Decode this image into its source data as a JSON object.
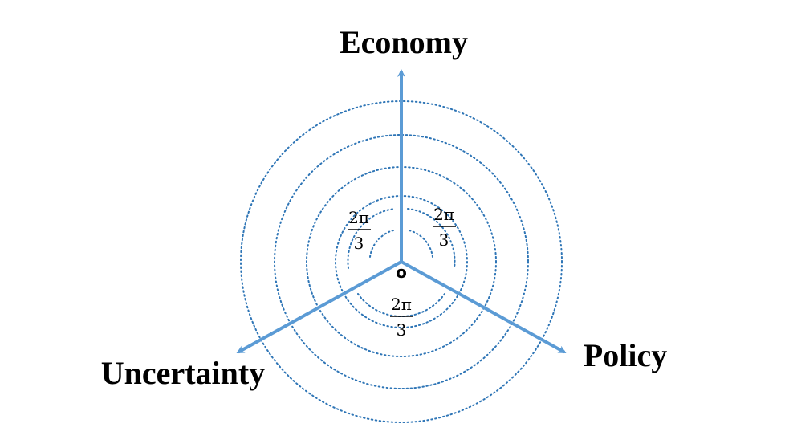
{
  "diagram": {
    "axes": [
      {
        "id": "economy",
        "label": "Economy"
      },
      {
        "id": "policy",
        "label": "Policy"
      },
      {
        "id": "uncertainty",
        "label": "Uncertainty"
      }
    ],
    "origin_label": "o",
    "angle_labels": [
      {
        "numerator": "2π",
        "denominator": "3"
      },
      {
        "numerator": "2π",
        "denominator": "3"
      },
      {
        "numerator": "2π",
        "denominator": "3"
      }
    ],
    "colors": {
      "axis": "#5b9bd5",
      "rings": "#2e75b6",
      "text": "#000000"
    }
  }
}
